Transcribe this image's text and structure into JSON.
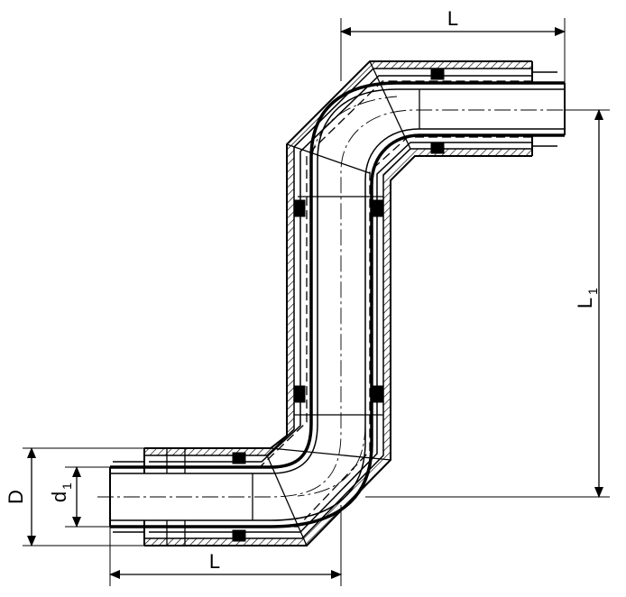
{
  "dimensions": {
    "top_length": "L",
    "bottom_length": "L",
    "vertical_offset": "L",
    "vertical_offset_sub": "1",
    "outer_diameter": "D",
    "inner_diameter": "d",
    "inner_diameter_sub": "1"
  },
  "colors": {
    "line": "#000000",
    "background": "#ffffff"
  }
}
